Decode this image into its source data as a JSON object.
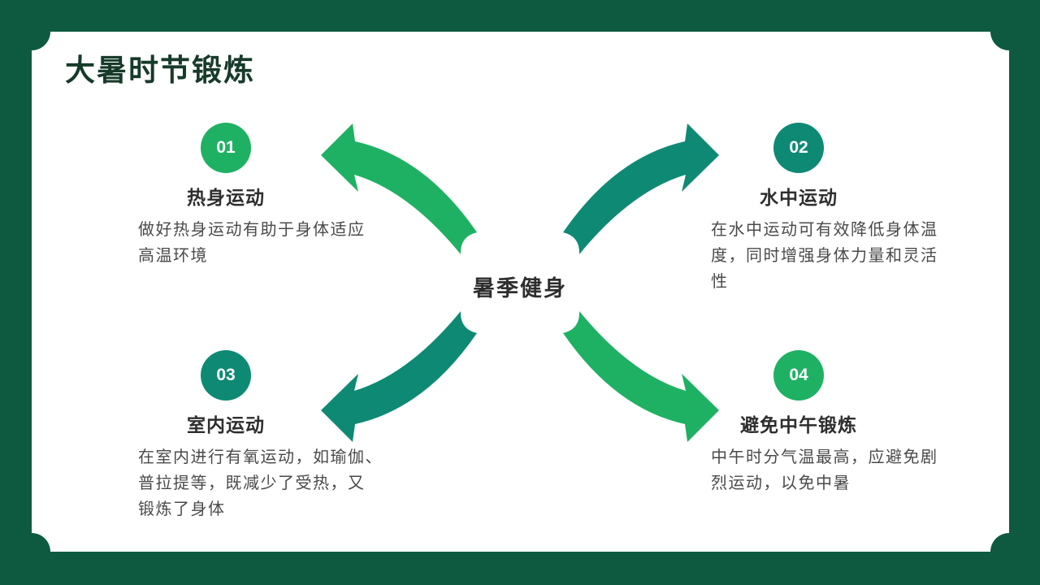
{
  "slide": {
    "title": "大暑时节锻炼",
    "center_label": "暑季健身"
  },
  "colors": {
    "frame": "#0E5A40",
    "panel": "#FFFFFF",
    "green-bright": "#1FB163",
    "green-teal": "#0E8A74",
    "title": "#173B2A",
    "heading": "#2E2E2E",
    "body": "#4A4A4A"
  },
  "items": [
    {
      "number": "01",
      "title": "热身运动",
      "desc_lines": [
        "做好热身运动有助于身体适应",
        "高温环境"
      ]
    },
    {
      "number": "02",
      "title": "水中运动",
      "desc_lines": [
        "在水中运动可有效降低身体温",
        "度，同时增强身体力量和灵活",
        "性"
      ]
    },
    {
      "number": "03",
      "title": "室内运动",
      "desc_lines": [
        "在室内进行有氧运动，如瑜伽、",
        "普拉提等，既减少了受热，又",
        "锻炼了身体"
      ]
    },
    {
      "number": "04",
      "title": "避免中午锻炼",
      "desc_lines": [
        "中午时分气温最高，应避免剧",
        "烈运动，以免中暑"
      ]
    }
  ],
  "arrows": [
    {
      "name": "arrow-top-left",
      "color": "#1FB163",
      "direction": "points-left"
    },
    {
      "name": "arrow-top-right",
      "color": "#0E8A74",
      "direction": "points-right"
    },
    {
      "name": "arrow-bottom-left",
      "color": "#0E8A74",
      "direction": "points-left"
    },
    {
      "name": "arrow-bottom-right",
      "color": "#1FB163",
      "direction": "points-right"
    }
  ]
}
